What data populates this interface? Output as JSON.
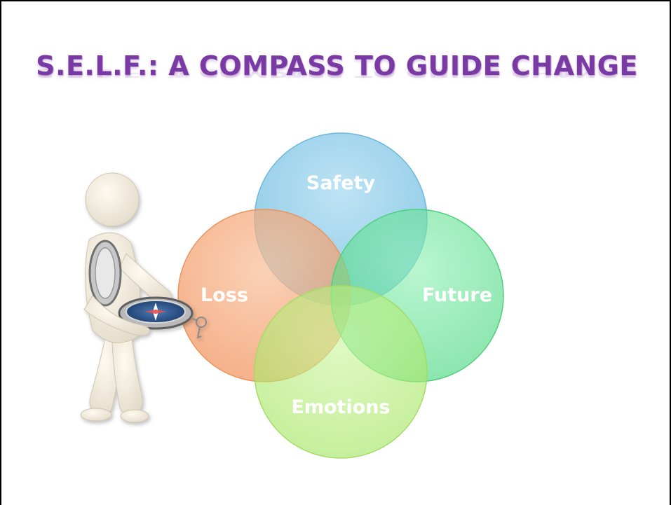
{
  "slide": {
    "title": "S.E.L.F.: A COMPASS TO GUIDE CHANGE"
  },
  "diagram": {
    "type": "venn-four-circles",
    "illustration": "figure-holding-compass",
    "circles": [
      {
        "key": "safety",
        "label": "Safety",
        "color": "#7fc4e6"
      },
      {
        "key": "loss",
        "label": "Loss",
        "color": "#f5a673"
      },
      {
        "key": "future",
        "label": "Future",
        "color": "#5fe08f"
      },
      {
        "key": "emotions",
        "label": "Emotions",
        "color": "#b6ee7a"
      }
    ]
  }
}
